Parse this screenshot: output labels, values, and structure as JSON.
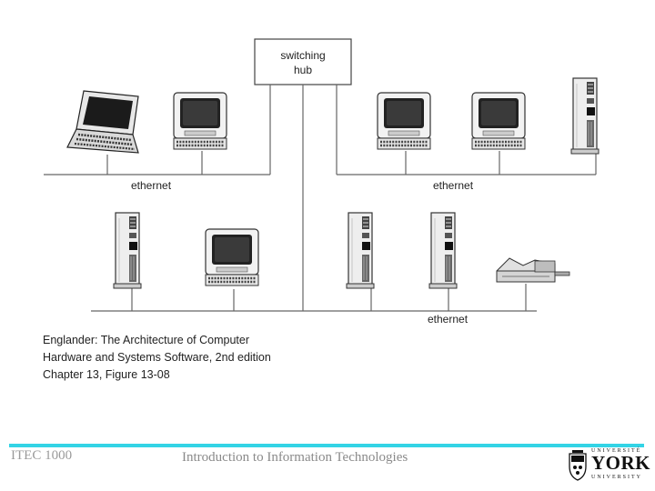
{
  "diagram": {
    "hub_label_line1": "switching",
    "hub_label_line2": "hub",
    "ethernet_left": "ethernet",
    "ethernet_right": "ethernet",
    "ethernet_bottom": "ethernet"
  },
  "caption": {
    "line1": "Englander: The Architecture of Computer",
    "line2": "Hardware and Systems Software, 2nd edition",
    "line3": "Chapter 13, Figure 13-08"
  },
  "footer": {
    "course": "ITEC 1000",
    "title": "Introduction to Information Technologies",
    "accent_color": "#33d4e6"
  },
  "logo": {
    "top_text": "UNIVERSITÉ",
    "main_text": "YORK",
    "bottom_text": "UNIVERSITY"
  }
}
